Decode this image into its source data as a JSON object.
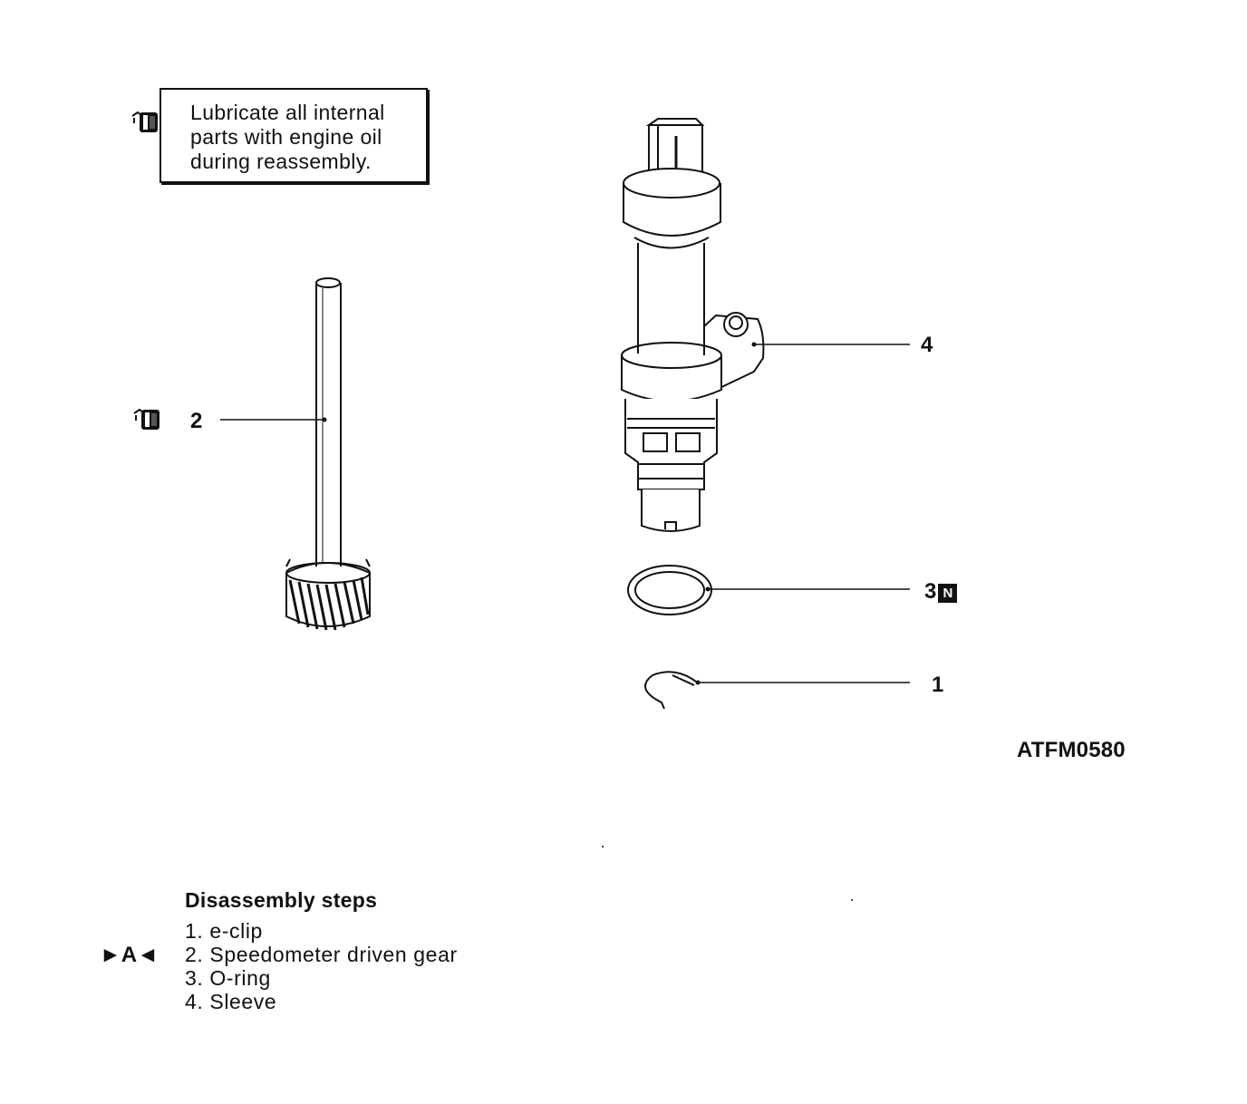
{
  "note": {
    "lines": [
      "Lubricate all internal",
      "parts with engine oil",
      "during reassembly."
    ],
    "icon": "oil-can-icon"
  },
  "callouts": {
    "c1": "1",
    "c2": "2",
    "c3": "3",
    "c3_badge": "N",
    "c4": "4"
  },
  "figure_code": "ATFM0580",
  "steps": {
    "title": "Disassembly steps",
    "service_mark": "►A◄",
    "items": [
      "1. e-clip",
      "2. Speedometer driven gear",
      "3. O-ring",
      "4. Sleeve"
    ]
  }
}
